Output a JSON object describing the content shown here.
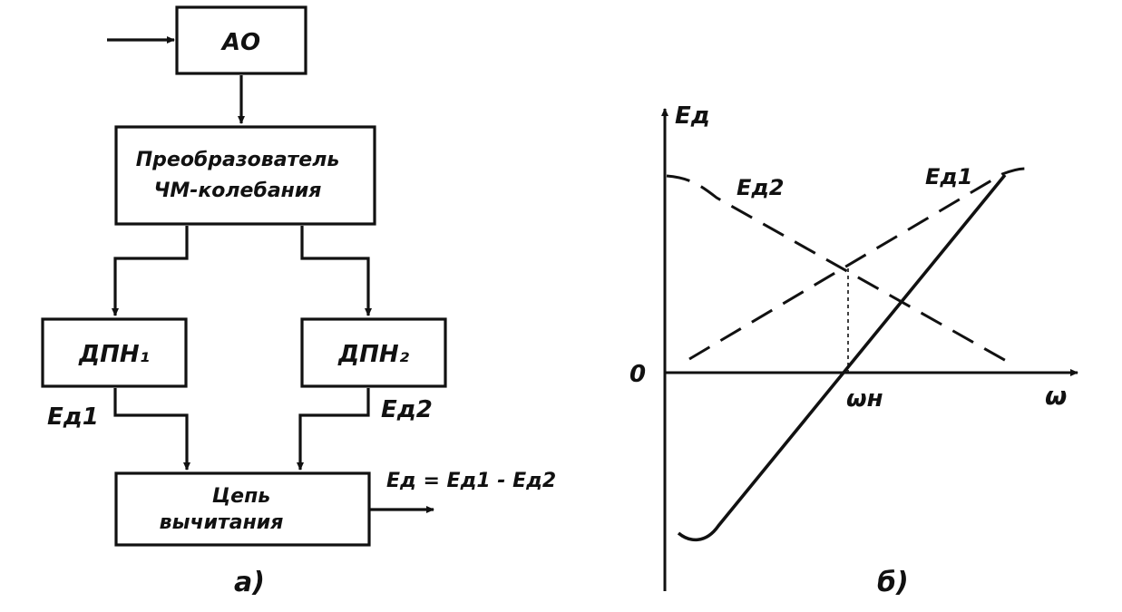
{
  "diagram_a": {
    "ao": "АО",
    "converter_line1": "Преобразователь",
    "converter_line2": "ЧМ-колебания",
    "dpn1": "ДПН₁",
    "dpn2": "ДПН₂",
    "e_d1": "Eд1",
    "e_d2": "Eд2",
    "subtract_line1": "Цепь",
    "subtract_line2": "вычитания",
    "output_formula": "Eд = Eд1 - Eд2",
    "caption": "а)"
  },
  "diagram_b": {
    "y_axis_label": "Eд",
    "x_axis_label": "ω",
    "origin_label": "0",
    "crossing_label": "ωн",
    "curve_e_d2": "Eд2",
    "curve_e_d1": "Eд1",
    "caption": "б)"
  }
}
